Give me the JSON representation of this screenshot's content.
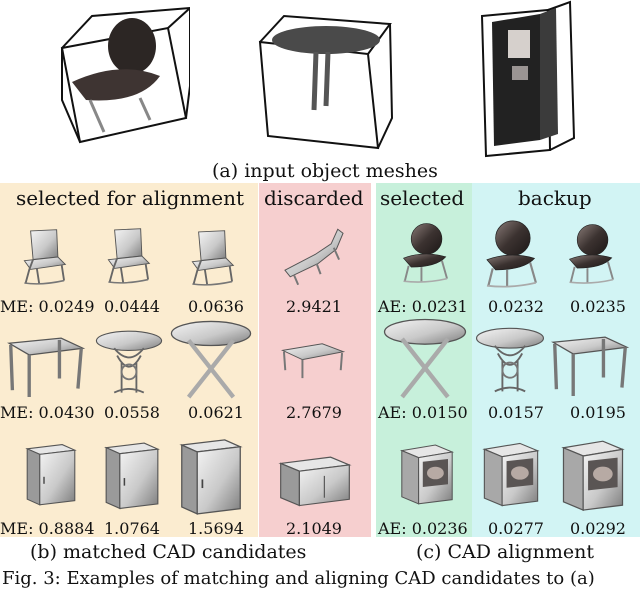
{
  "captions": {
    "input_meshes": "(a) input object meshes",
    "matched_candidates": "(b) matched CAD candidates",
    "cad_alignment": "(c) CAD alignment",
    "figure": "Fig. 3: Examples of matching and aligning CAD candidates to (a)"
  },
  "sections": {
    "selected_for_alignment": "selected for alignment",
    "discarded": "discarded",
    "selected": "selected",
    "backup": "backup"
  },
  "rows": [
    {
      "me": [
        "ME: 0.0249",
        "0.0444",
        "0.0636"
      ],
      "discarded": "2.9421",
      "ae": [
        "AE: 0.0231",
        "0.0232",
        "0.0235"
      ]
    },
    {
      "me": [
        "ME: 0.0430",
        "0.0558",
        "0.0621"
      ],
      "discarded": "2.7679",
      "ae": [
        "AE: 0.0150",
        "0.0157",
        "0.0195"
      ]
    },
    {
      "me": [
        "ME: 0.8884",
        "1.0764",
        "1.5694"
      ],
      "discarded": "2.1049",
      "ae": [
        "AE: 0.0236",
        "0.0277",
        "0.0292"
      ]
    }
  ],
  "colors": {
    "selected_for_alignment_bg": "#fbecd0",
    "discarded_bg": "#f6cfcf",
    "selected_bg": "#c7f0db",
    "backup_bg": "#d2f4f4"
  }
}
